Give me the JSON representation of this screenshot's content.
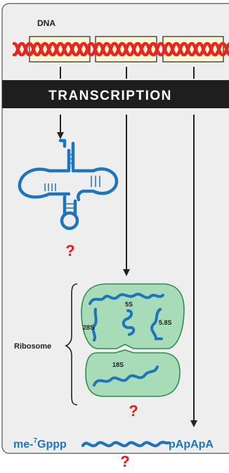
{
  "dna_label": "DNA",
  "transcription_label": "TRANSCRIPTION",
  "question_mark": "?",
  "ribosome": {
    "label": "Ribosome",
    "large_subunit_rnas": [
      "28S",
      "5S",
      "5.8S"
    ],
    "small_subunit_rna": "18S"
  },
  "mrna": {
    "cap": "me-",
    "cap_superscript": "7",
    "cap_suffix": "Gppp",
    "tail": "pApApA"
  },
  "colors": {
    "panel_bg": "#eeeeee",
    "dna_helix": "#e8251f",
    "gene_box": "#fcf6d2",
    "banner": "#1e1e1e",
    "rna_blue": "#1f75ba",
    "ribosome_fill": "#a8dcb8",
    "ribosome_stroke": "#2f8d4e",
    "question_red": "#e32119",
    "arrow": "#222222"
  }
}
